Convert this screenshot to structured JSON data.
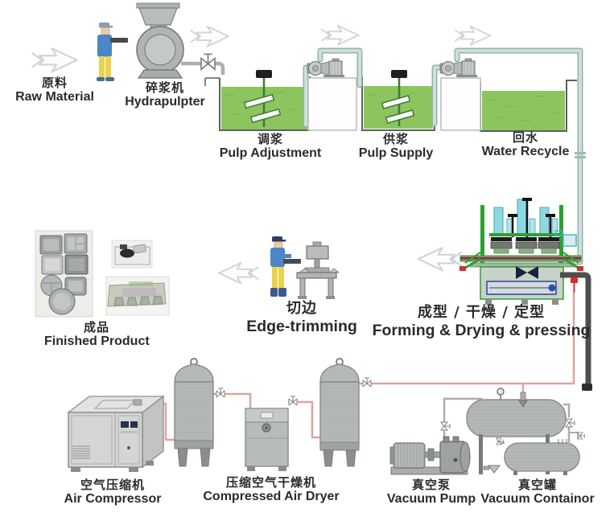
{
  "stations": [
    {
      "id": "raw-material",
      "zh": "原料",
      "en": "Raw Material"
    },
    {
      "id": "hydrapulpter",
      "zh": "碎浆机",
      "en": "Hydrapulpter"
    },
    {
      "id": "pulp-adjustment",
      "zh": "调浆",
      "en": "Pulp Adjustment"
    },
    {
      "id": "pulp-supply",
      "zh": "供浆",
      "en": "Pulp Supply"
    },
    {
      "id": "water-recycle",
      "zh": "回水",
      "en": "Water Recycle"
    },
    {
      "id": "finished-product",
      "zh": "成品",
      "en": "Finished Product"
    },
    {
      "id": "edge-trimming",
      "zh": "切边",
      "en": "Edge-trimming"
    },
    {
      "id": "forming-drying-pressing",
      "zh": "成型 / 干燥 / 定型",
      "en": "Forming & Drying & pressing"
    },
    {
      "id": "air-compressor",
      "zh": "空气压缩机",
      "en": "Air Compressor"
    },
    {
      "id": "compressed-air-dryer",
      "zh": "压缩空气干燥机",
      "en": "Compressed Air Dryer"
    },
    {
      "id": "vacuum-pump",
      "zh": "真空泵",
      "en": "Vacuum Pump"
    },
    {
      "id": "vacuum-container",
      "zh": "真空罐",
      "en": "Vacuum Containor"
    }
  ],
  "colors": {
    "water_green": "#8cc55e",
    "pulp_pipe_teal": "#c2d8d2",
    "compressed_air_pipe_pink": "#dca49e",
    "vacuum_pipe_dark": "#4e4e4e",
    "machine_frame_green": "#2fa02f",
    "cylinder_cyan": "#8fd8e0",
    "equipment_grey": "#b4b8b6",
    "worker_shirt_blue": "#4a86c8",
    "worker_pants_yellow": "#e8d44c",
    "valve_red": "#d32f2f",
    "label_text": "#2b2b2b"
  }
}
